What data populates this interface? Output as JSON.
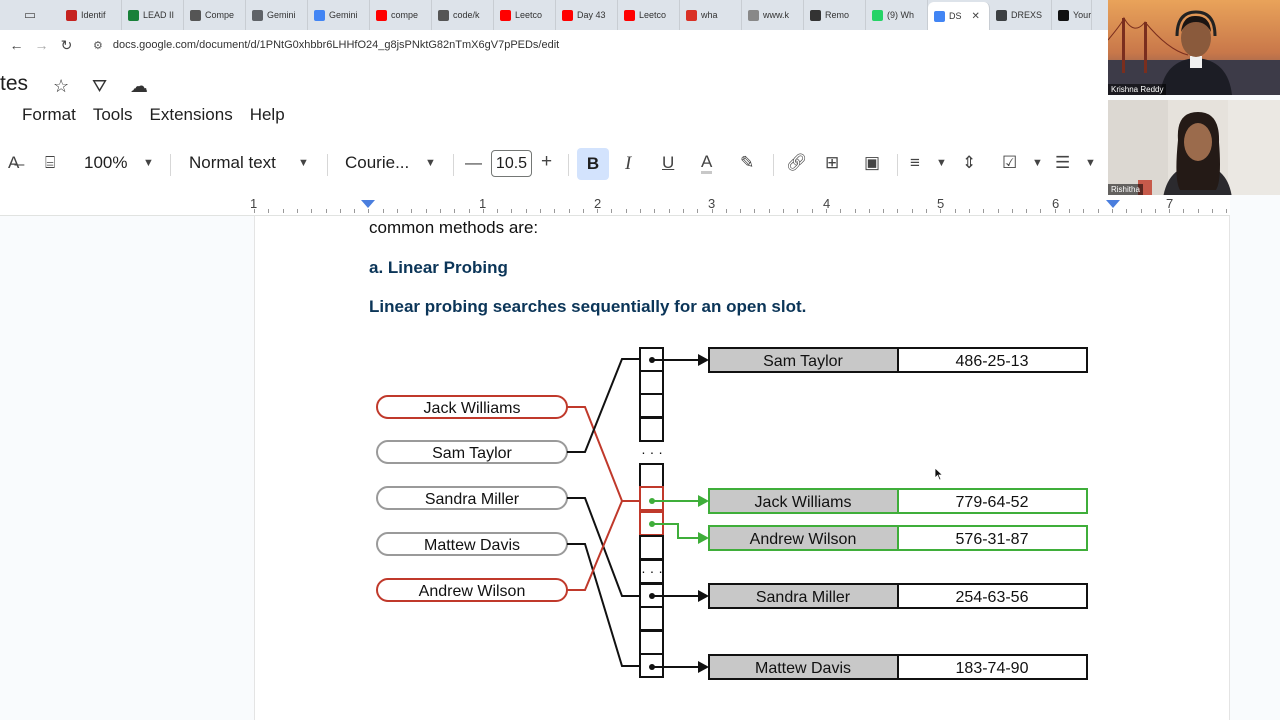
{
  "browser": {
    "tabs": [
      {
        "label": "Identif",
        "color": "#c5221f"
      },
      {
        "label": "LEAD II",
        "color": "#188038"
      },
      {
        "label": "Compe",
        "color": "#555555"
      },
      {
        "label": "Gemini",
        "color": "#5f6368"
      },
      {
        "label": "Gemini",
        "color": "#4285f4"
      },
      {
        "label": "compe",
        "color": "#ff0000"
      },
      {
        "label": "code/k",
        "color": "#555555"
      },
      {
        "label": "Leetco",
        "color": "#ff0000"
      },
      {
        "label": "Day 43",
        "color": "#ff0000"
      },
      {
        "label": "Leetco",
        "color": "#ff0000"
      },
      {
        "label": "wha",
        "color": "#d93025"
      },
      {
        "label": "www.k",
        "color": "#888888"
      },
      {
        "label": "Remo",
        "color": "#333333"
      },
      {
        "label": "(9) Wh",
        "color": "#25d366"
      },
      {
        "label": "DS",
        "color": "#4285f4",
        "active": true
      },
      {
        "label": "DREXS",
        "color": "#3c4043"
      },
      {
        "label": "Your",
        "color": "#111111"
      }
    ],
    "url": "docs.google.com/document/d/1PNtG0xhbbr6LHHfO24_g8jsPNktG82nTmX6gV7pPEDs/edit"
  },
  "docs": {
    "title": "tes",
    "menu": [
      "Format",
      "Tools",
      "Extensions",
      "Help"
    ],
    "toolbar": {
      "zoom": "100%",
      "style": "Normal text",
      "font": "Courie...",
      "font_size": "10.5"
    },
    "ruler": [
      "1",
      "1",
      "2",
      "3",
      "4",
      "5",
      "6",
      "7"
    ]
  },
  "document": {
    "line1": "common methods are:",
    "heading": "a. Linear Probing",
    "subheading": "Linear probing searches sequentially for an open slot.",
    "heading_color": "#0b3558"
  },
  "diagram": {
    "keys": [
      {
        "name": "Jack Williams",
        "collision": true
      },
      {
        "name": "Sam Taylor",
        "collision": false
      },
      {
        "name": "Sandra Miller",
        "collision": false
      },
      {
        "name": "Mattew Davis",
        "collision": false
      },
      {
        "name": "Andrew Wilson",
        "collision": true
      }
    ],
    "entries": [
      {
        "name": "Sam Taylor",
        "value": "486-25-13",
        "probed": false
      },
      {
        "name": "Jack Williams",
        "value": "779-64-52",
        "probed": true
      },
      {
        "name": "Andrew Wilson",
        "value": "576-31-87",
        "probed": true
      },
      {
        "name": "Sandra Miller",
        "value": "254-63-56",
        "probed": false
      },
      {
        "name": "Mattew Davis",
        "value": "183-74-90",
        "probed": false
      }
    ],
    "colors": {
      "collision": "#c0392b",
      "probe": "#3fae3a",
      "normal": "#111111"
    }
  },
  "participants": [
    {
      "name": "Krishna Reddy"
    },
    {
      "name": "Rishitha"
    }
  ]
}
